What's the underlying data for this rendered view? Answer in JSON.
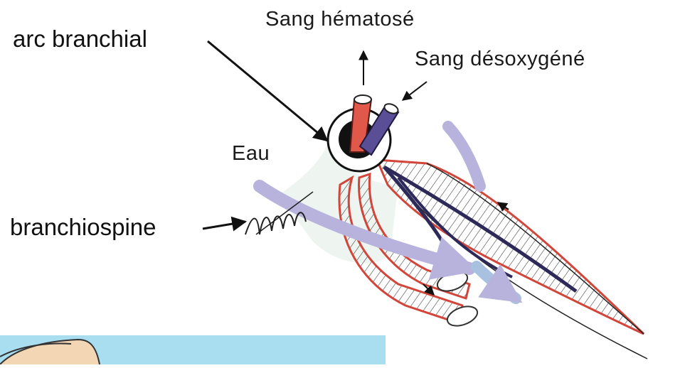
{
  "labels": {
    "arc_branchial": "arc branchial",
    "branchiospine": "branchiospine",
    "sang_hematose": "Sang hématosé",
    "sang_desoxygene": "Sang désoxygéné",
    "eau": "Eau"
  },
  "colors": {
    "oxygenated_vessel": "#e0584a",
    "deoxygenated_vessel": "#5a4f96",
    "water_flow": "#b7b3dc",
    "filament_outline": "#d2453a",
    "corner_panel": "#a9def0"
  }
}
